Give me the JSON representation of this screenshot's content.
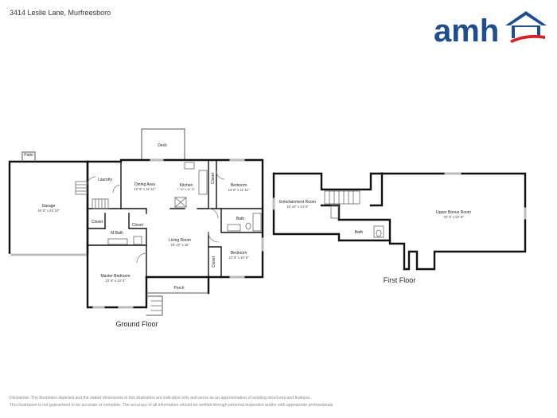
{
  "header": {
    "address": "3414 Leslie Lane, Murfreesboro",
    "logo_text": "amh",
    "colors": {
      "brand_blue": "#1f4e8c",
      "brand_red": "#d2232a"
    }
  },
  "floors": {
    "ground": {
      "label": "Ground Floor",
      "rooms": {
        "patio": {
          "name": "Patio"
        },
        "deck": {
          "name": "Deck"
        },
        "garage": {
          "name": "Garage",
          "dims": "19' 8\" x 22' 10\""
        },
        "laundry": {
          "name": "Laundry"
        },
        "dining": {
          "name": "Dining Area",
          "dims": "12' 9\" x 11' 11\""
        },
        "kitchen": {
          "name": "Kitchen",
          "dims": "7' 10\" x 11' 11\""
        },
        "closet_kitchen": {
          "name": "Closet"
        },
        "bedroom1": {
          "name": "Bedroom",
          "dims": "13' 8\" x 11' 11\""
        },
        "closet_left": {
          "name": "Closet"
        },
        "closet_mid": {
          "name": "Closet"
        },
        "mbath": {
          "name": "M.Bath"
        },
        "bath": {
          "name": "Bath"
        },
        "living": {
          "name": "Living Room",
          "dims": "16' 10\" x 16'"
        },
        "bedroom2": {
          "name": "Bedroom",
          "dims": "13' 8\" x 10' 6\""
        },
        "closet_bed2": {
          "name": "Closet"
        },
        "master": {
          "name": "Master Bedroom",
          "dims": "13' 6\" x 14' 3\""
        },
        "porch": {
          "name": "Porch"
        }
      }
    },
    "first": {
      "label": "First Floor",
      "rooms": {
        "entertainment": {
          "name": "Entertainment Room",
          "dims": "16' 10\" x 14' 6\""
        },
        "bath": {
          "name": "Bath"
        },
        "bonus": {
          "name": "Upper Bonus Room",
          "dims": "40' 3\" x 23' 8\""
        }
      }
    }
  },
  "disclaimer": {
    "line1": "Disclaimer: The floorplans depicted and the stated dimensions in this illustration are indicative only and serve as an approximation of existing structures and features.",
    "line2": "This illustration is not guaranteed to be accurate or complete. The accuracy of all information should be verified through personal inspection and/or with appropriate professionals."
  }
}
